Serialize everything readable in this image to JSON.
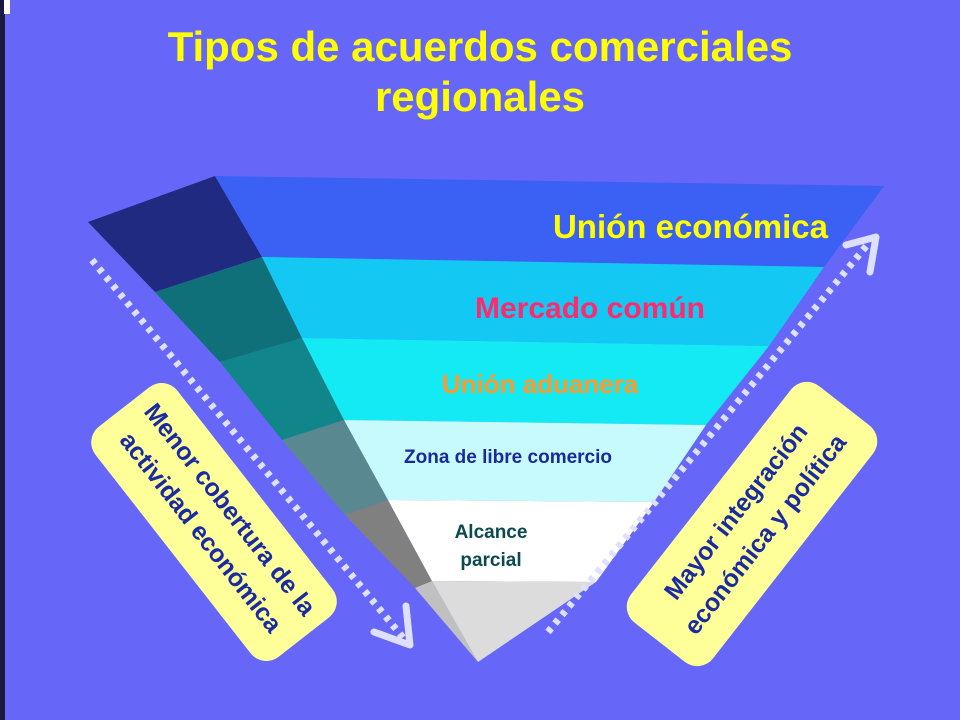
{
  "title": {
    "line1": "Tipos de acuerdos comerciales",
    "line2": "regionales"
  },
  "pyramid": {
    "levels": [
      {
        "label": "Unión económica",
        "text_color": "#ffff00",
        "fill": "#3a60f4"
      },
      {
        "label": "Mercado común",
        "text_color": "#ff2a6e",
        "fill": "#14c8f4"
      },
      {
        "label": "Unión aduanera",
        "text_color": "#ff9a2a",
        "fill": "#14eaf4"
      },
      {
        "label": "Zona de libre comercio",
        "text_color": "#1a2a9a",
        "fill": "#c6fafc"
      },
      {
        "label_line1": "Alcance",
        "label_line2": "parcial",
        "text_color": "#0a4a50",
        "fill": "#ffffff"
      }
    ]
  },
  "left_callout": {
    "line1": "Menor cobertura de la",
    "line2": "actividad  económica",
    "fill": "#ffff99",
    "text_color": "#1a2aa0"
  },
  "right_callout": {
    "line1": "Mayor integración",
    "line2": "económica y política",
    "fill": "#ffff99",
    "text_color": "#1a2aa0"
  },
  "icons": {
    "left_arrow": "dotted-arrow-down",
    "right_arrow": "dotted-arrow-up"
  }
}
